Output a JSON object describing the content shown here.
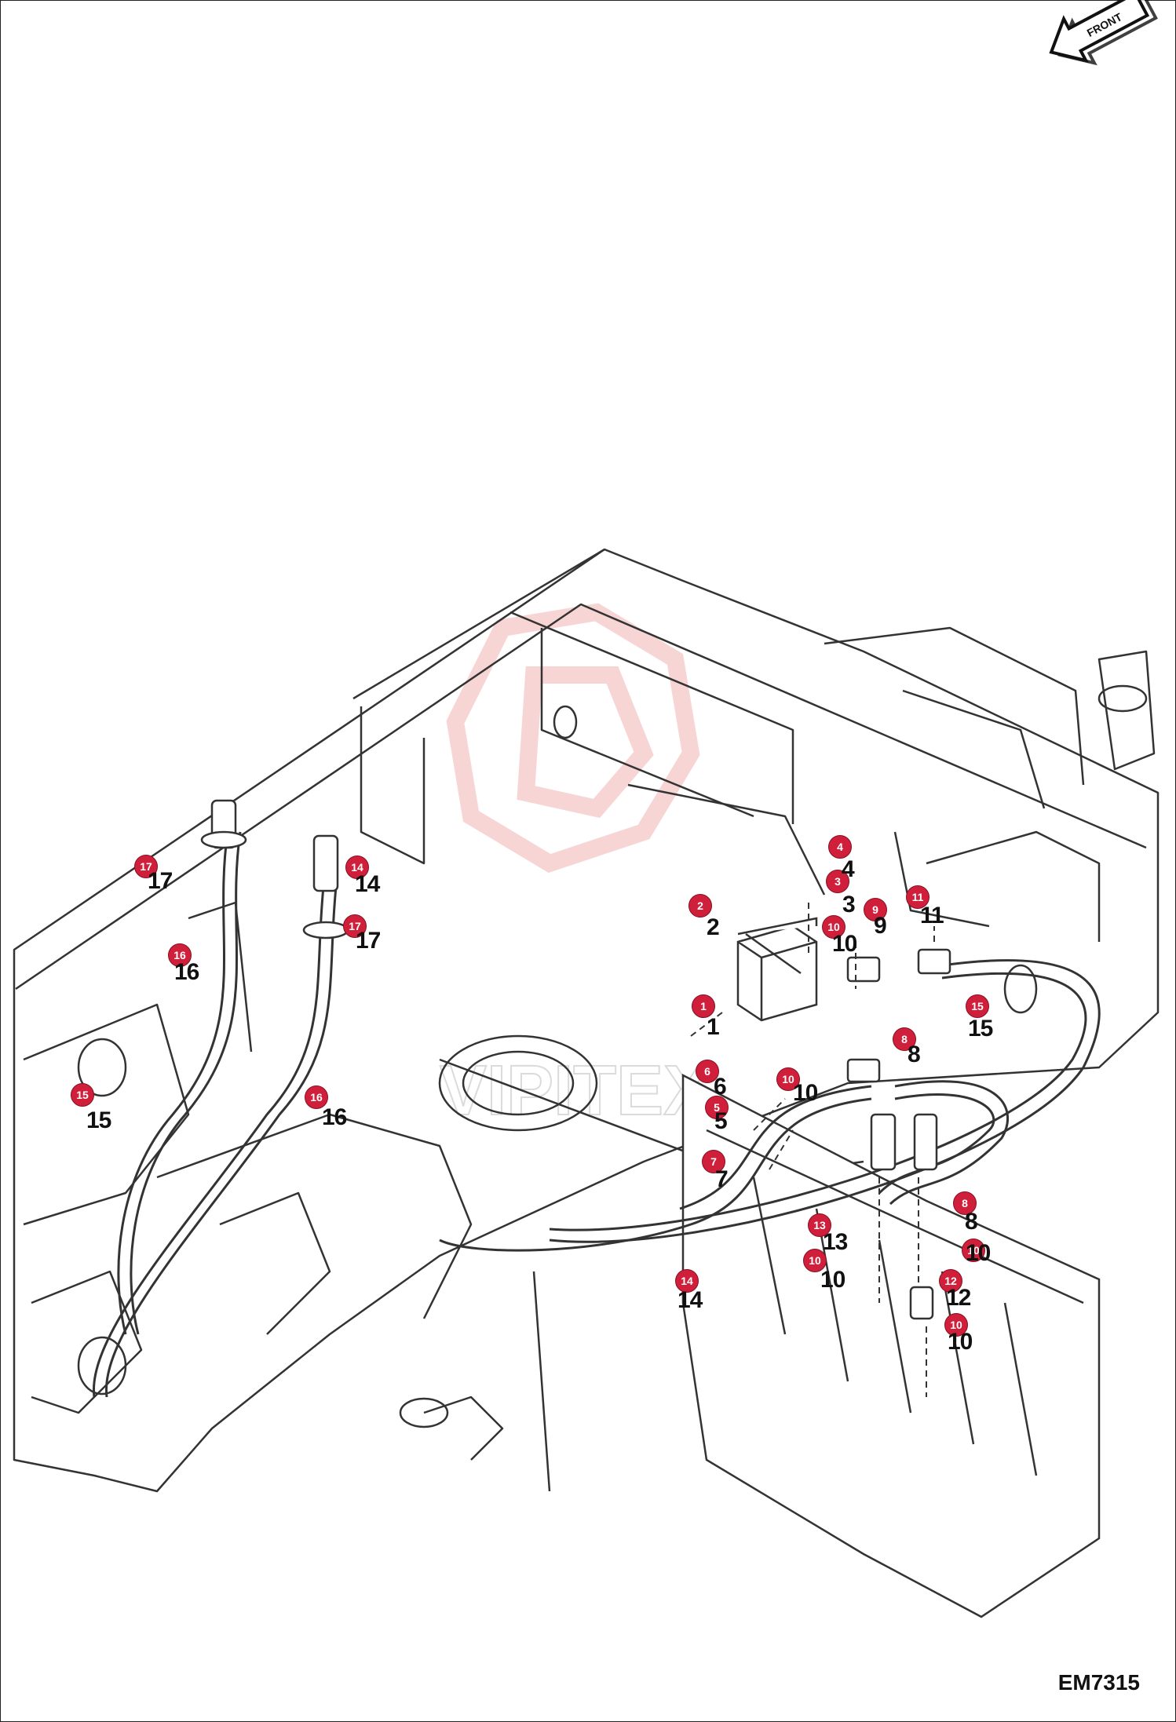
{
  "front_arrow": {
    "label": "FRONT",
    "icon": "arrow-front-icon"
  },
  "diagram_code": "EM7315",
  "watermark": {
    "text": "VIPITEX",
    "color": "#f2b4b4"
  },
  "colors": {
    "callout": "#cf1f3a",
    "line": "#333333"
  },
  "callouts": [
    {
      "n": "1",
      "label": "1"
    },
    {
      "n": "2",
      "label": "2"
    },
    {
      "n": "3",
      "label": "3"
    },
    {
      "n": "4",
      "label": "4"
    },
    {
      "n": "5",
      "label": "5"
    },
    {
      "n": "6",
      "label": "6"
    },
    {
      "n": "7",
      "label": "7"
    },
    {
      "n": "8",
      "label": "8"
    },
    {
      "n": "8",
      "label": "8"
    },
    {
      "n": "9",
      "label": "9"
    },
    {
      "n": "10",
      "label": "10"
    },
    {
      "n": "10",
      "label": "10"
    },
    {
      "n": "10",
      "label": "10"
    },
    {
      "n": "10",
      "label": "10"
    },
    {
      "n": "10",
      "label": "10"
    },
    {
      "n": "11",
      "label": "11"
    },
    {
      "n": "12",
      "label": "12"
    },
    {
      "n": "13",
      "label": "13"
    },
    {
      "n": "14",
      "label": "14"
    },
    {
      "n": "14",
      "label": "14"
    },
    {
      "n": "15",
      "label": "15"
    },
    {
      "n": "15",
      "label": "15"
    },
    {
      "n": "16",
      "label": "16"
    },
    {
      "n": "16",
      "label": "16"
    },
    {
      "n": "17",
      "label": "17"
    },
    {
      "n": "17",
      "label": "17"
    }
  ]
}
